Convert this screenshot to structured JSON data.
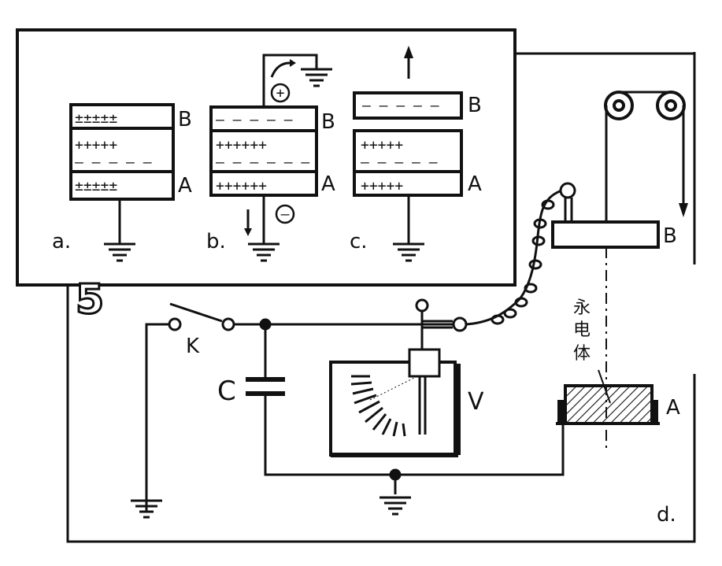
{
  "figure_number": "5",
  "panel_a": {
    "label": "a.",
    "plate_top": "B",
    "plate_bottom": "A",
    "row_top": "±±±±±",
    "row_mid": "+++++",
    "row_mid2": "– – – – –",
    "row_bottom": "±±±±±"
  },
  "panel_b": {
    "label": "b.",
    "plate_top": "B",
    "plate_bottom": "A",
    "row_top": "– – – – –",
    "row_mid": "++++++",
    "row_mid2": "– – – – – –",
    "row_bottom": "++++++",
    "plus_sign": "+",
    "minus_sign": "–"
  },
  "panel_c": {
    "label": "c.",
    "plate_top": "B",
    "plate_bottom": "A",
    "row_top": "– – – – –",
    "row_mid": "+++++",
    "row_mid2": "– – – – –",
    "row_bottom": "+++++"
  },
  "panel_d": {
    "label": "d.",
    "switch_label": "K",
    "capacitor_label": "C",
    "voltmeter_label": "V",
    "plate_top": "B",
    "plate_bottom": "A",
    "electret_label": [
      "永",
      "电",
      "体"
    ]
  }
}
